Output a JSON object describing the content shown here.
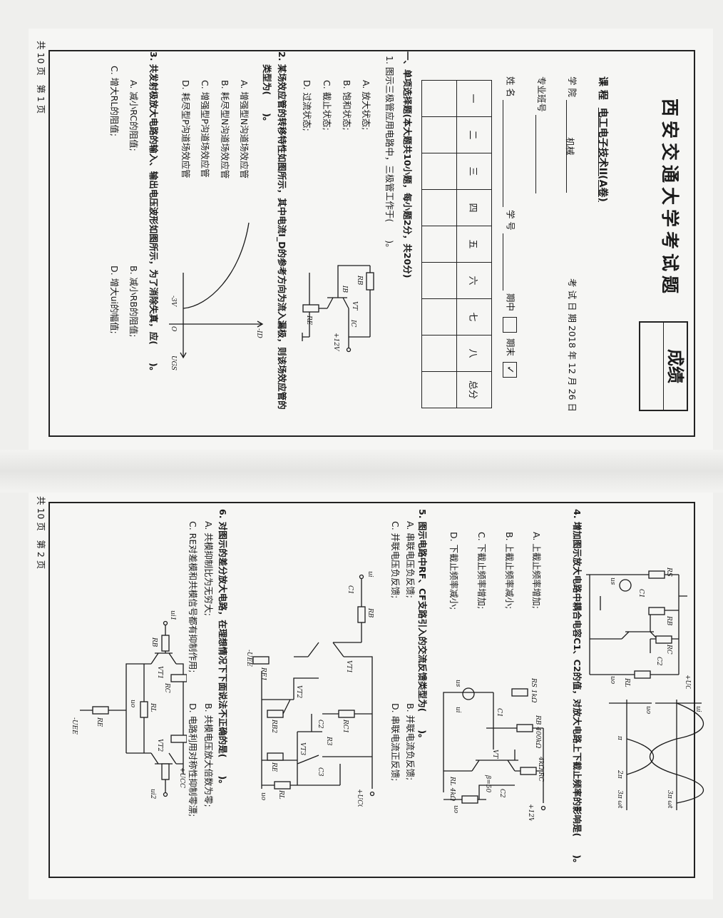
{
  "page1": {
    "title": "西安交通大学考试题",
    "grade_label": "成绩",
    "course_label": "课 程",
    "course_value": "电工电子技术II(A卷)",
    "college_label": "学 院",
    "college_value": "机械",
    "exam_date": "考 试 日 期 2018 年 12 月 26 日",
    "class_label": "专业班号",
    "name_label": "姓 名",
    "student_id_label": "学 号",
    "midterm_label": "期中",
    "final_label": "期末",
    "final_checked": "✓",
    "score_headers": [
      "一",
      "二",
      "三",
      "四",
      "五",
      "六",
      "七",
      "八",
      "总分"
    ],
    "section_heading": "一、单项选择题(本大题共10小题，每小题2分，共20分)",
    "q1": {
      "stem": "1. 图示三极管应用电路中，三极管工作于(　　)。",
      "options": [
        "A. 放大状态;",
        "B. 饱和状态;",
        "C. 截止状态;",
        "D. 过流状态;"
      ],
      "labels": {
        "vcc": "+12V",
        "rb": "RB",
        "ib": "IB",
        "vt": "VT",
        "ic": "IC",
        "re": "RE"
      }
    },
    "q2": {
      "stem": "2. 某场效应管的转移特性如图所示，其中电流I_D的参考方向为流入漏极，则该场效应管的",
      "stem2": "类型为(　　)。",
      "options": [
        "A. 增强型N沟道场效应管",
        "B. 耗尽型N沟道场效应管",
        "C. 增强型P沟道场效应管",
        "D. 耗尽型P沟道场效应管"
      ],
      "graph": {
        "y_axis": "-ID",
        "x_axis": "UGS",
        "threshold": "-3V",
        "origin": "O"
      }
    },
    "q3": {
      "stem": "3. 共发射极放大电路的输入、输出电压波形如图所示，为了消除失真，应(　　)。",
      "options": [
        "A. 减小RC的阻值;",
        "B. 减小RB的阻值;",
        "C. 增大RL的阻值;",
        "D. 增大ui的幅值;"
      ]
    },
    "footer": "共 10 页　第 1 页"
  },
  "page2": {
    "q4": {
      "stem": "4. 增加图示放大电路中耦合电容C1、C2的值，对放大电路上下截止频率的影响是(　　)。",
      "options": [
        "A. 上截止频率增加;",
        "B. 上截止频率减小;",
        "C. 下截止频率增加;",
        "D. 下截止频率减小;"
      ],
      "labels": {
        "vcc": "+UCC",
        "rs": "RS",
        "rb": "RB",
        "rc": "RC",
        "c1": "C1",
        "c2": "C2",
        "rl": "RL",
        "us": "us",
        "uo": "uo",
        "ui": "ui",
        "wt1": "3π ωt",
        "wt2": "3π ωt",
        "pi": "π",
        "twopi": "2π"
      }
    },
    "q5": {
      "stem": "5. 图示电路中RF、CF支路引入的交流反馈类型为(　　)。",
      "options": [
        "A. 串联电压负反馈;",
        "B. 并联电流负反馈;",
        "C. 并联电压负反馈;",
        "D. 串联电流正反馈;"
      ],
      "labels": {
        "vcc": "+12V",
        "rs": "RS 1kΩ",
        "rb": "RB 400kΩ",
        "rc": "4kΩ RC",
        "c1": "C1",
        "c2": "C2",
        "rl": "RL 4kΩ",
        "vt": "VT",
        "beta": "β=50",
        "us": "us",
        "ui": "ui",
        "uo": "uo"
      }
    },
    "q6": {
      "stem": "6. 对图示的差分放大电路，在理想情况下下面说法不正确的是(　　)。",
      "options": [
        "A. 共模抑制比为无穷大;",
        "B. 共模电压放大倍数为零;",
        "C. RE对差模和共模信号都有抑制作用;",
        "D. 电路利用对称性抑制零漂;"
      ],
      "labels": {
        "vcc": "+UCC",
        "vee": "-UEE",
        "rb": "RB",
        "re1": "RE1",
        "rc1": "RC1",
        "vt1": "VT1",
        "vt2": "VT2",
        "vt3": "VT3",
        "c1": "C1",
        "c2": "C2",
        "c3": "C3",
        "rb2": "RB2",
        "r3": "R3",
        "re": "RE",
        "rl": "RL",
        "ui": "ui",
        "uo": "uo"
      },
      "labels2": {
        "vcc": "+UCC",
        "vee": "-UEE",
        "rc": "RC",
        "rb": "RB",
        "rl": "RL",
        "re": "RE",
        "vt1": "VT1",
        "vt2": "VT2",
        "ui1": "ui1",
        "ui2": "ui2",
        "uo": "uo"
      }
    },
    "footer": "共 10 页　第 2 页"
  }
}
